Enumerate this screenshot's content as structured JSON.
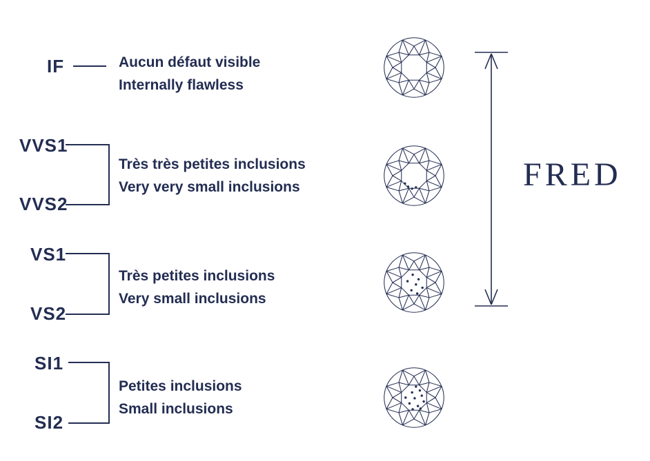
{
  "colors": {
    "ink": "#232d52"
  },
  "rows": [
    {
      "grades": [
        "IF"
      ],
      "desc_fr": "Aucun défaut visible",
      "desc_en": "Internally flawless",
      "inclusions": []
    },
    {
      "grades": [
        "VVS1",
        "VVS2"
      ],
      "desc_fr": "Très très petites inclusions",
      "desc_en": "Very very small inclusions",
      "inclusions": [
        [
          -9,
          17
        ],
        [
          -3,
          20
        ],
        [
          3,
          18
        ],
        [
          -14,
          12
        ]
      ]
    },
    {
      "grades": [
        "VS1",
        "VS2"
      ],
      "desc_fr": "Très petites inclusions",
      "desc_en": "Very small inclusions",
      "inclusions": [
        [
          -2,
          -12
        ],
        [
          7,
          -5
        ],
        [
          -10,
          -2
        ],
        [
          3,
          3
        ],
        [
          13,
          8
        ],
        [
          -4,
          12
        ],
        [
          5,
          17
        ]
      ]
    },
    {
      "grades": [
        "SI1",
        "SI2"
      ],
      "desc_fr": "Petites inclusions",
      "desc_en": "Small inclusions",
      "inclusions": [
        [
          3,
          -17
        ],
        [
          9,
          -11
        ],
        [
          -3,
          -8
        ],
        [
          12,
          -3
        ],
        [
          -13,
          0
        ],
        [
          1,
          1
        ],
        [
          15,
          6
        ],
        [
          -7,
          9
        ],
        [
          6,
          13
        ],
        [
          -2,
          18
        ],
        [
          10,
          17
        ]
      ]
    }
  ],
  "logo": "FRED"
}
